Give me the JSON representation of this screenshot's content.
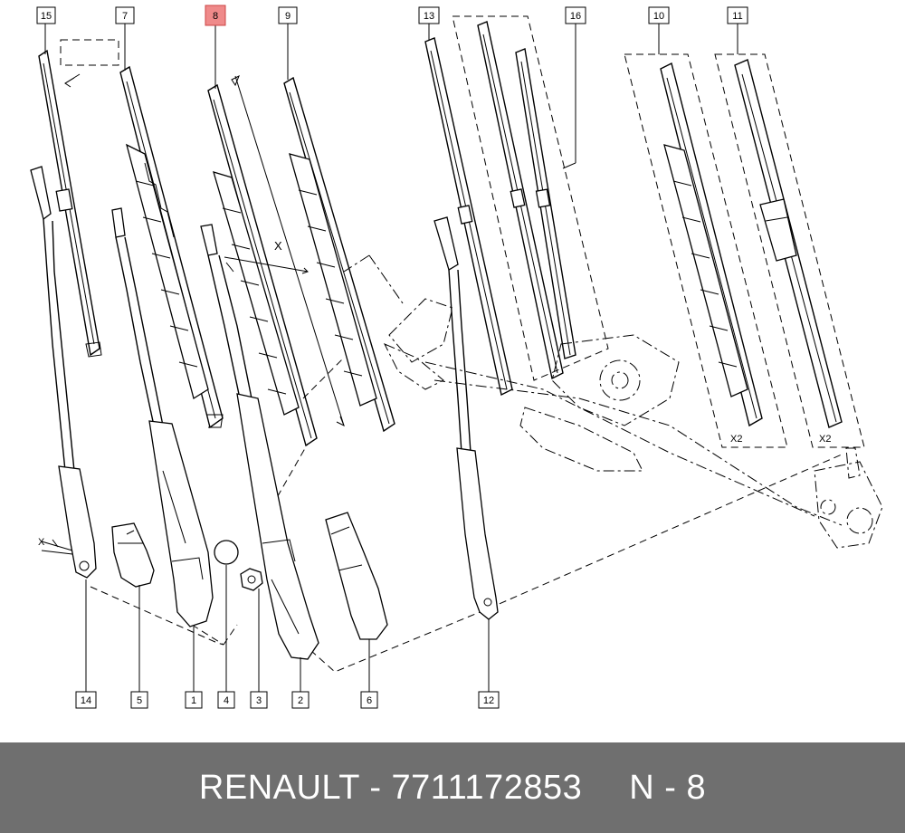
{
  "callouts": {
    "c15": "15",
    "c7": "7",
    "c8": "8",
    "c9": "9",
    "c13": "13",
    "c16": "16",
    "c10": "10",
    "c11": "11",
    "c14": "14",
    "c5": "5",
    "c1": "1",
    "c4": "4",
    "c3": "3",
    "c2": "2",
    "c6": "6",
    "c12": "12"
  },
  "highlight_color": "#ef8a8a",
  "annotations": {
    "x_length": "X",
    "x_angle": "X",
    "qty_10": "X2",
    "qty_11": "X2"
  },
  "footer": {
    "brand_part": "RENAULT - 7711172853",
    "ref": "N - 8"
  }
}
